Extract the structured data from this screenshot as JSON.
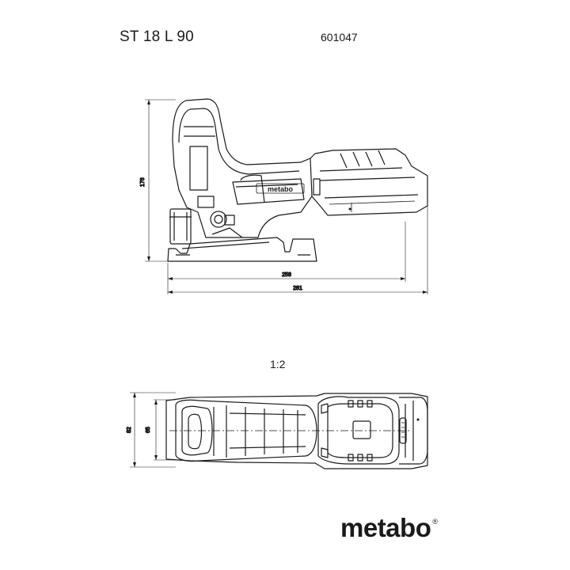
{
  "header": {
    "model": "ST 18 L 90",
    "article_number": "601047"
  },
  "drawing": {
    "scale": "1:2",
    "side_view": {
      "height_dim": "176",
      "length_dim_inner": "258",
      "length_dim_outer": "281",
      "badge": "metabo"
    },
    "top_view": {
      "width_dim_outer": "82",
      "width_dim_inner": "65"
    }
  },
  "logo": {
    "text": "metabo",
    "mark": "®"
  }
}
